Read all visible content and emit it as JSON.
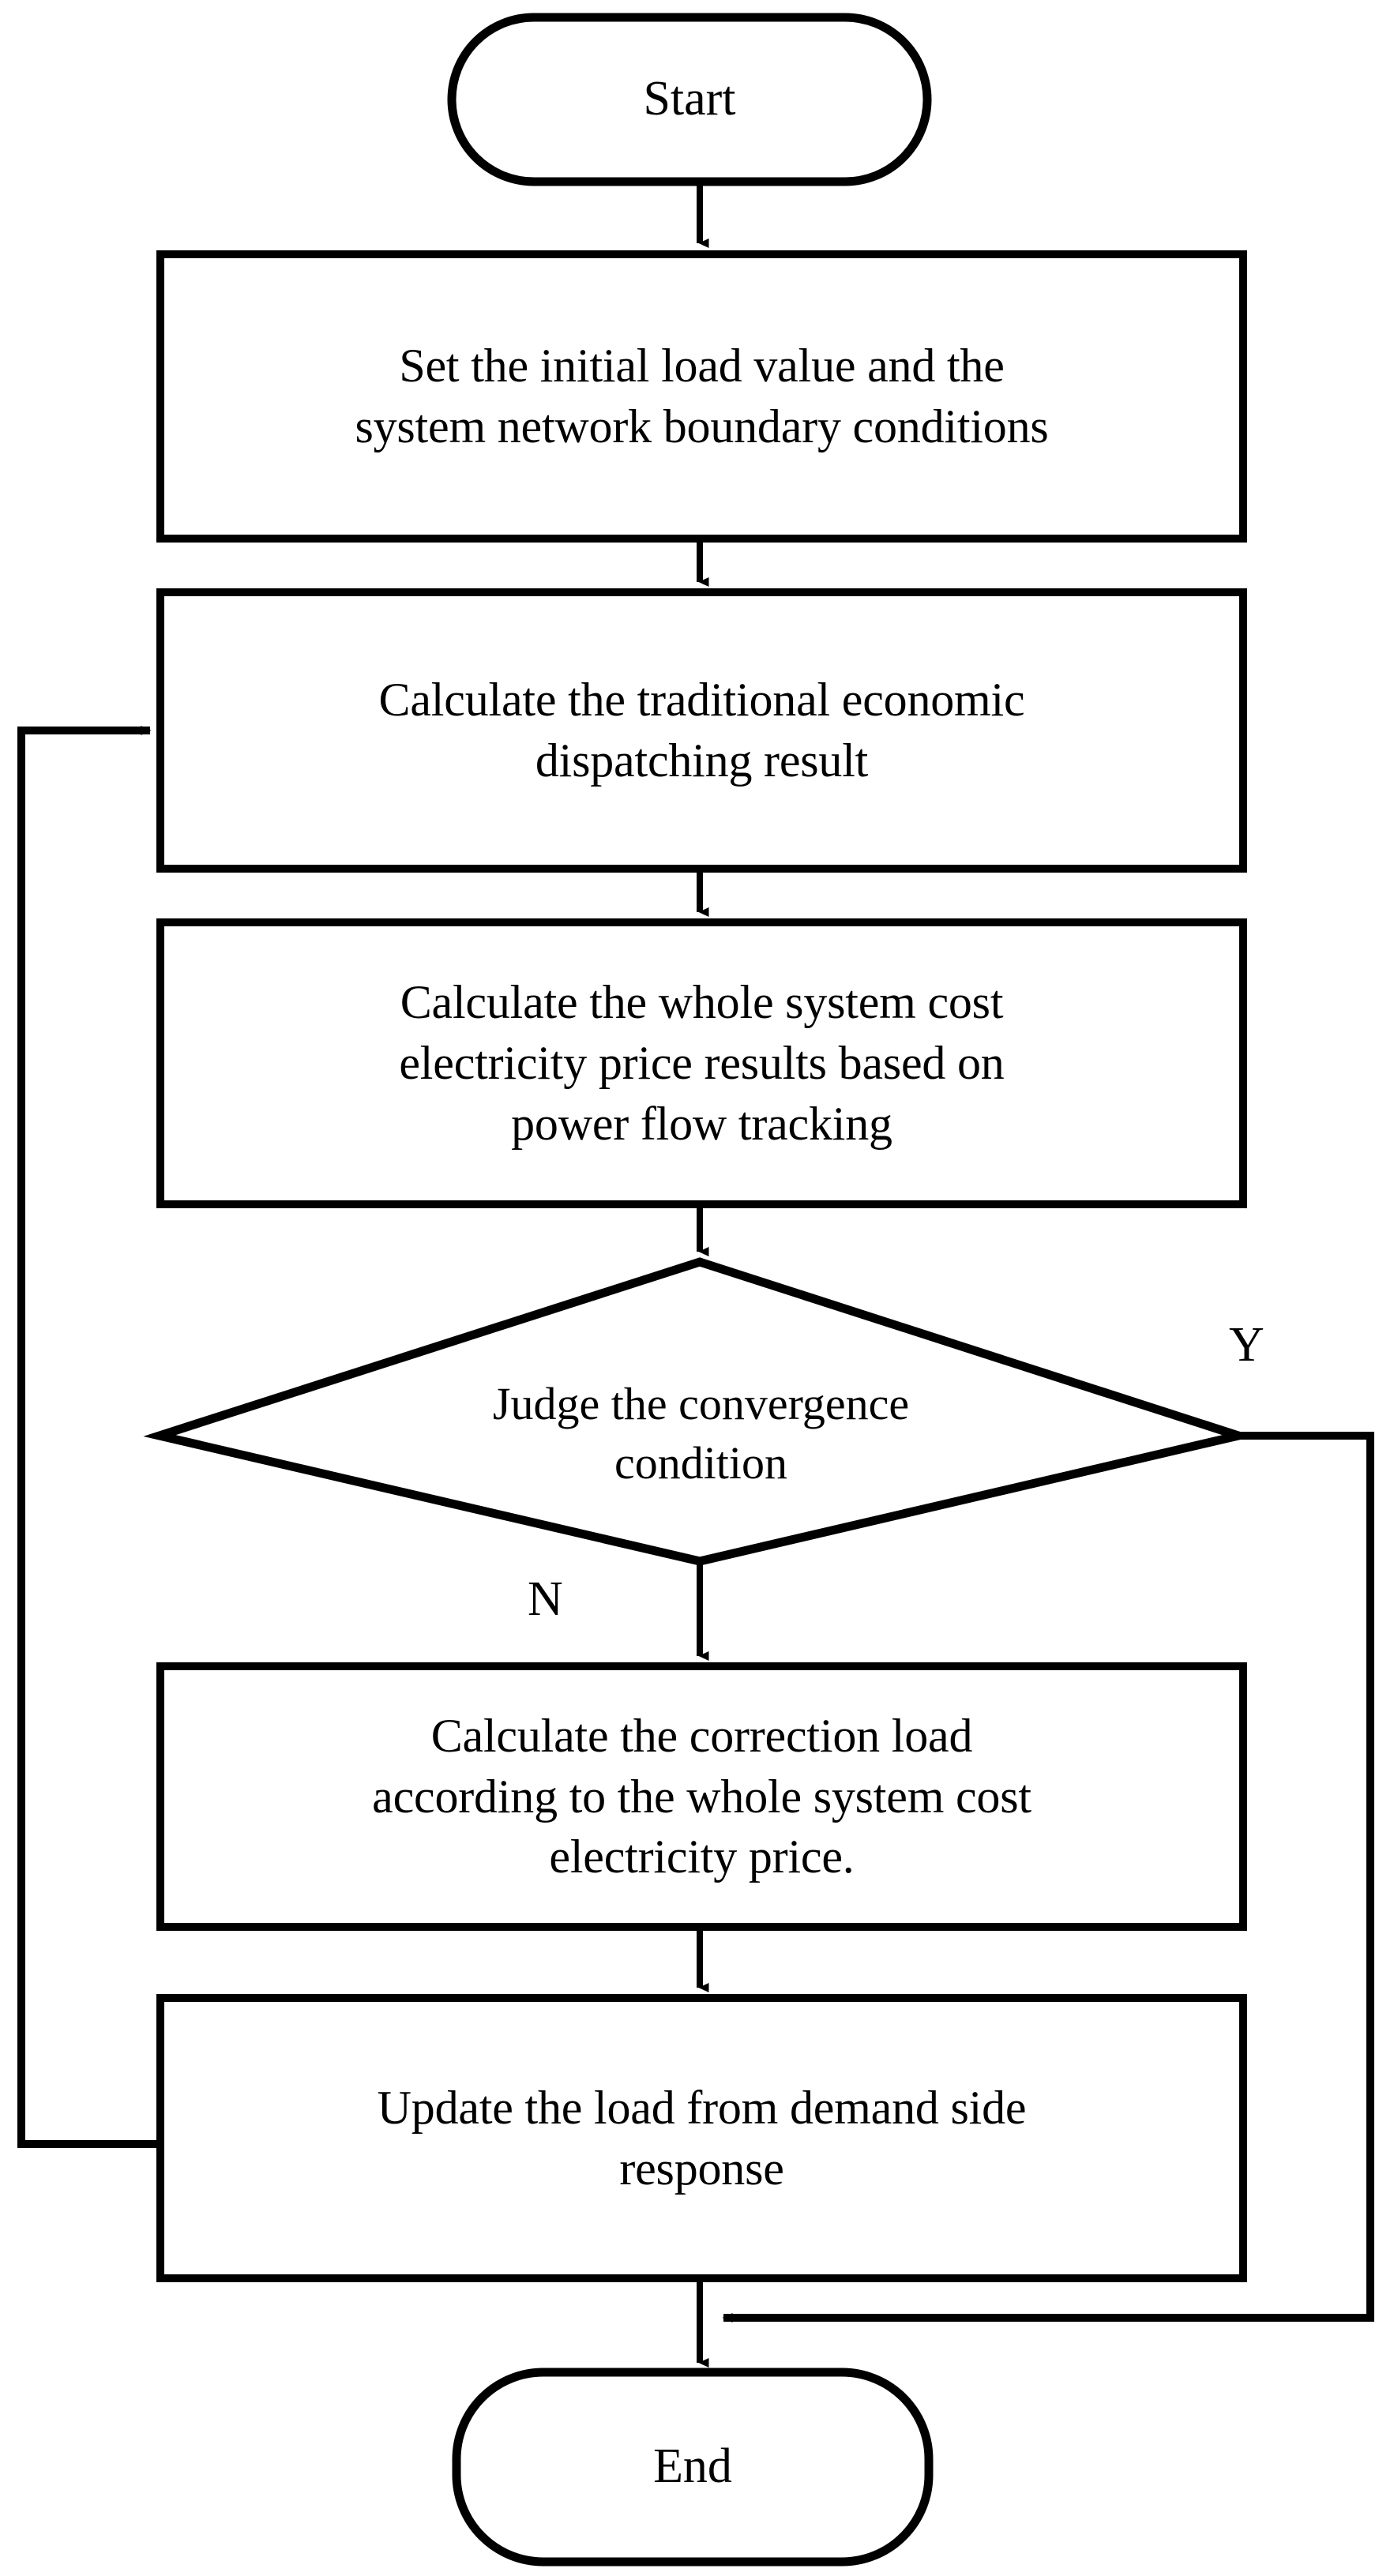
{
  "diagram": {
    "type": "flowchart",
    "title": "Whole system cost electricity price iterative dispatch flowchart",
    "orientation": "top-to-bottom",
    "stroke_color": "#000000",
    "fill_color": "#ffffff",
    "text_color": "#000000",
    "nodes": [
      {
        "id": "start",
        "shape": "terminator",
        "label": "Start"
      },
      {
        "id": "init",
        "shape": "process",
        "label": "Set the initial load value and the\nsystem network boundary conditions"
      },
      {
        "id": "dispatch",
        "shape": "process",
        "label": "Calculate the traditional economic\ndispatching result"
      },
      {
        "id": "price",
        "shape": "process",
        "label": "Calculate the whole system cost\nelectricity price results based on\npower flow tracking"
      },
      {
        "id": "judge",
        "shape": "decision",
        "label": "Judge the convergence\ncondition"
      },
      {
        "id": "correction",
        "shape": "process",
        "label": "Calculate the correction load\naccording to the whole system cost\nelectricity  price."
      },
      {
        "id": "update",
        "shape": "process",
        "label": "Update the load from demand side\nresponse"
      },
      {
        "id": "end",
        "shape": "terminator",
        "label": "End"
      }
    ],
    "edges": [
      {
        "id": "e-start-init",
        "from": "start",
        "to": "init",
        "label": ""
      },
      {
        "id": "e-init-dispatch",
        "from": "init",
        "to": "dispatch",
        "label": ""
      },
      {
        "id": "e-dispatch-price",
        "from": "dispatch",
        "to": "price",
        "label": ""
      },
      {
        "id": "e-price-judge",
        "from": "price",
        "to": "judge",
        "label": ""
      },
      {
        "id": "e-judge-correction",
        "from": "judge",
        "to": "correction",
        "label": "N"
      },
      {
        "id": "e-judge-end",
        "from": "judge",
        "to": "end",
        "label": "Y"
      },
      {
        "id": "e-correction-update",
        "from": "correction",
        "to": "update",
        "label": ""
      },
      {
        "id": "e-update-end",
        "from": "update",
        "to": "end",
        "label": ""
      },
      {
        "id": "e-update-dispatch",
        "from": "update",
        "to": "dispatch",
        "label": ""
      }
    ],
    "edge_labels": {
      "yes": "Y",
      "no": "N"
    }
  }
}
